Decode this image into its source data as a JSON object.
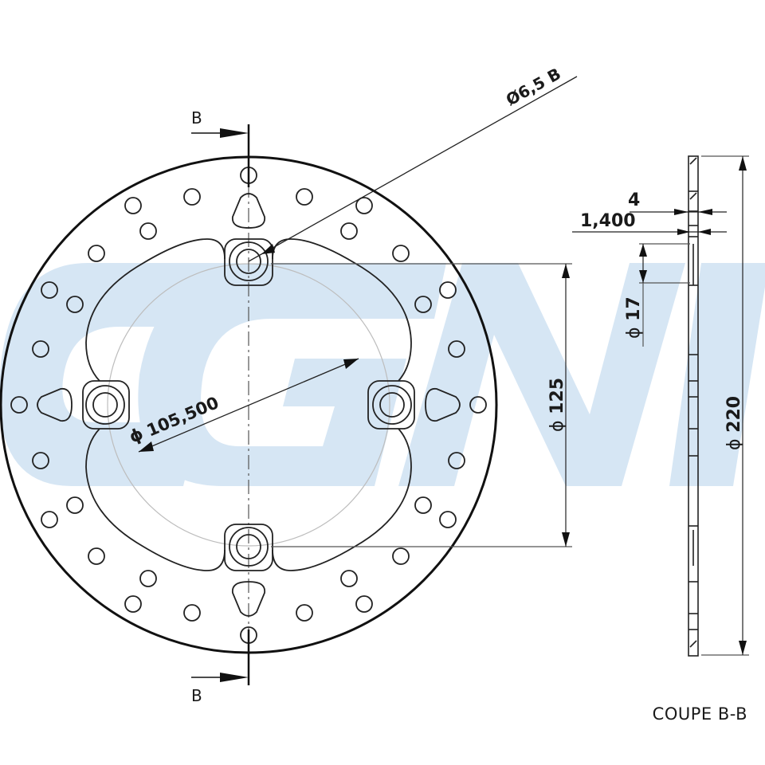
{
  "drawing": {
    "title": "Brake disc technical drawing",
    "watermark": {
      "text": "CGN",
      "color": "#d6e6f4"
    },
    "colors": {
      "line": "#1a1a1a",
      "thin_line": "#555555",
      "construction": "#bdbdbd"
    }
  },
  "section_marks": {
    "top": "B",
    "bottom": "B"
  },
  "dimensions": {
    "hole_callout": "Ø6,5 B",
    "pcd": "105,500",
    "bore_spacing": "125",
    "outer_diameter": "220",
    "mount_hole": "17",
    "thickness": "4",
    "mount_thickness": "1,400",
    "diameter_symbol": "ϕ"
  },
  "caption": "COUPE B-B"
}
